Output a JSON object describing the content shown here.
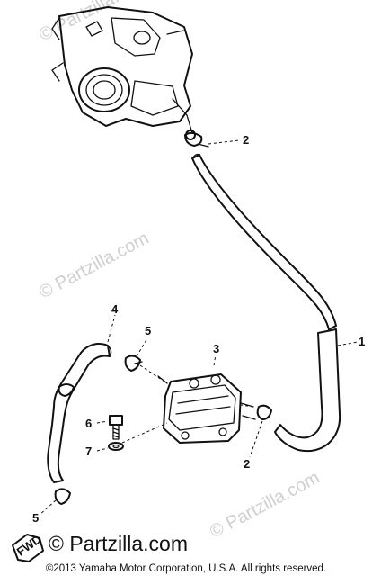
{
  "callouts": {
    "c1": "1",
    "c2a": "2",
    "c2b": "2",
    "c3": "3",
    "c4": "4",
    "c5a": "5",
    "c5b": "5",
    "c6": "6",
    "c7": "7"
  },
  "fwd_label": "FWD",
  "watermarks": {
    "top": "© Partzilla.com",
    "middle": "© Partzilla.com",
    "lower_right": "© Partzilla.com",
    "bottom_left": "© Partzilla.com"
  },
  "copyright": "©2013 Yamaha Motor Corporation, U.S.A. All rights reserved."
}
